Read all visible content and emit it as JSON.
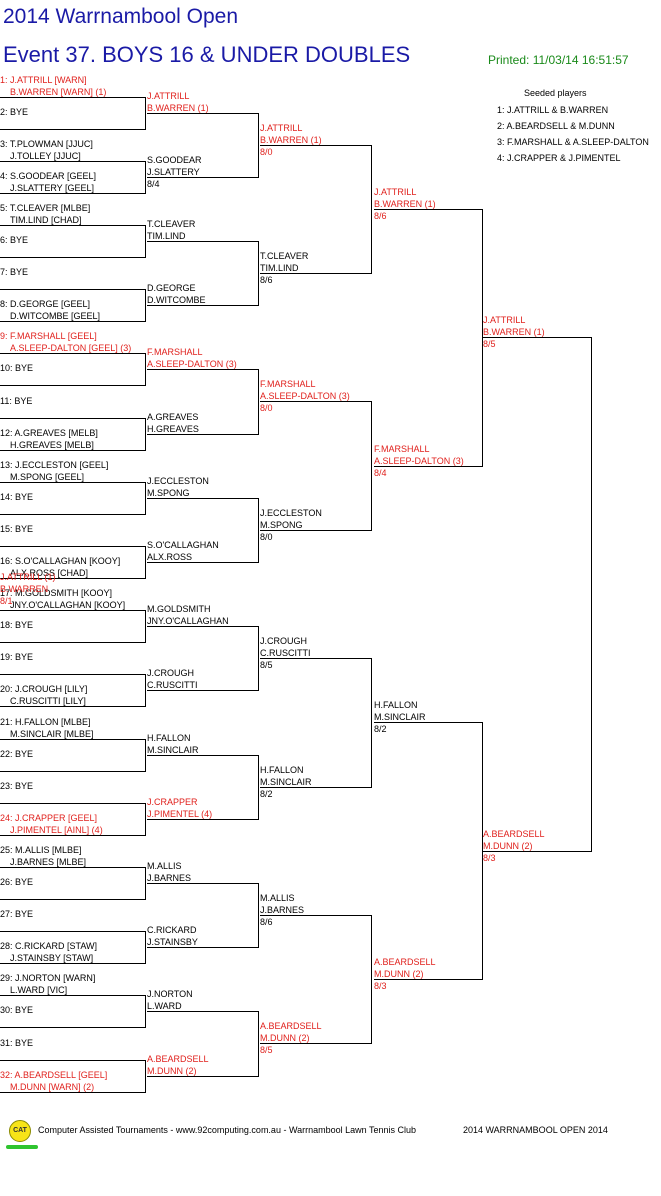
{
  "header": {
    "title": "2014 Warrnambool Open",
    "event": "Event 37. BOYS 16 & UNDER DOUBLES",
    "printed": "Printed: 11/03/14 16:51:57"
  },
  "seeded": {
    "title": "Seeded players",
    "items": [
      "1: J.ATTRILL & B.WARREN",
      "2: A.BEARDSELL & M.DUNN",
      "3: F.MARSHALL & A.SLEEP-DALTON",
      "4: J.CRAPPER & J.PIMENTEL"
    ]
  },
  "colors": {
    "title": "#1a1aa6",
    "seed": "#e0201c",
    "printed": "#1a8a1a"
  },
  "draw": [
    {
      "a": "1: J.ATTRILL [WARN]",
      "b": "B.WARREN [WARN] (1)",
      "red": true
    },
    {
      "a": "2: BYE",
      "b": ""
    },
    {
      "a": "3: T.PLOWMAN [JJUC]",
      "b": "J.TOLLEY [JJUC]"
    },
    {
      "a": "4: S.GOODEAR [GEEL]",
      "b": "J.SLATTERY [GEEL]"
    },
    {
      "a": "5: T.CLEAVER [MLBE]",
      "b": "TIM.LIND [CHAD]"
    },
    {
      "a": "6: BYE",
      "b": ""
    },
    {
      "a": "7: BYE",
      "b": ""
    },
    {
      "a": "8: D.GEORGE [GEEL]",
      "b": "D.WITCOMBE [GEEL]"
    },
    {
      "a": "9: F.MARSHALL [GEEL]",
      "b": "A.SLEEP-DALTON [GEEL] (3)",
      "red": true
    },
    {
      "a": "10: BYE",
      "b": ""
    },
    {
      "a": "11: BYE",
      "b": ""
    },
    {
      "a": "12: A.GREAVES [MELB]",
      "b": "H.GREAVES [MELB]"
    },
    {
      "a": "13: J.ECCLESTON [GEEL]",
      "b": "M.SPONG [GEEL]"
    },
    {
      "a": "14: BYE",
      "b": ""
    },
    {
      "a": "15: BYE",
      "b": ""
    },
    {
      "a": "16: S.O'CALLAGHAN [KOOY]",
      "b": "ALX.ROSS [CHAD]"
    },
    {
      "a": "17: M.GOLDSMITH [KOOY]",
      "b": "JNY.O'CALLAGHAN [KOOY]"
    },
    {
      "a": "18: BYE",
      "b": ""
    },
    {
      "a": "19: BYE",
      "b": ""
    },
    {
      "a": "20: J.CROUGH [LILY]",
      "b": "C.RUSCITTI [LILY]"
    },
    {
      "a": "21: H.FALLON [MLBE]",
      "b": "M.SINCLAIR [MLBE]"
    },
    {
      "a": "22: BYE",
      "b": ""
    },
    {
      "a": "23: BYE",
      "b": ""
    },
    {
      "a": "24: J.CRAPPER [GEEL]",
      "b": "J.PIMENTEL [AINL] (4)",
      "red": true
    },
    {
      "a": "25: M.ALLIS [MLBE]",
      "b": "J.BARNES [MLBE]"
    },
    {
      "a": "26: BYE",
      "b": ""
    },
    {
      "a": "27: BYE",
      "b": ""
    },
    {
      "a": "28: C.RICKARD [STAW]",
      "b": "J.STAINSBY [STAW]"
    },
    {
      "a": "29: J.NORTON [WARN]",
      "b": "L.WARD [VIC]"
    },
    {
      "a": "30: BYE",
      "b": ""
    },
    {
      "a": "31: BYE",
      "b": ""
    },
    {
      "a": "32: A.BEARDSELL [GEEL]",
      "b": "M.DUNN [WARN] (2)",
      "red": true
    }
  ],
  "rounds": [
    [
      {
        "a": "J.ATTRILL",
        "b": "B.WARREN (1)",
        "s": "",
        "red": true
      },
      {
        "a": "S.GOODEAR",
        "b": "J.SLATTERY",
        "s": "8/4"
      },
      {
        "a": "T.CLEAVER",
        "b": "TIM.LIND",
        "s": ""
      },
      {
        "a": "D.GEORGE",
        "b": "D.WITCOMBE",
        "s": ""
      },
      {
        "a": "F.MARSHALL",
        "b": "A.SLEEP-DALTON (3)",
        "s": "",
        "red": true
      },
      {
        "a": "A.GREAVES",
        "b": "H.GREAVES",
        "s": ""
      },
      {
        "a": "J.ECCLESTON",
        "b": "M.SPONG",
        "s": ""
      },
      {
        "a": "S.O'CALLAGHAN",
        "b": "ALX.ROSS",
        "s": ""
      },
      {
        "a": "M.GOLDSMITH",
        "b": "JNY.O'CALLAGHAN",
        "s": ""
      },
      {
        "a": "J.CROUGH",
        "b": "C.RUSCITTI",
        "s": ""
      },
      {
        "a": "H.FALLON",
        "b": "M.SINCLAIR",
        "s": ""
      },
      {
        "a": "J.CRAPPER",
        "b": "J.PIMENTEL (4)",
        "s": "",
        "red": true
      },
      {
        "a": "M.ALLIS",
        "b": "J.BARNES",
        "s": ""
      },
      {
        "a": "C.RICKARD",
        "b": "J.STAINSBY",
        "s": ""
      },
      {
        "a": "J.NORTON",
        "b": "L.WARD",
        "s": ""
      },
      {
        "a": "A.BEARDSELL",
        "b": "M.DUNN (2)",
        "s": "",
        "red": true
      }
    ],
    [
      {
        "a": "J.ATTRILL",
        "b": "B.WARREN (1)",
        "s": "8/0",
        "red": true
      },
      {
        "a": "T.CLEAVER",
        "b": "TIM.LIND",
        "s": "8/6"
      },
      {
        "a": "F.MARSHALL",
        "b": "A.SLEEP-DALTON (3)",
        "s": "8/0",
        "red": true
      },
      {
        "a": "J.ECCLESTON",
        "b": "M.SPONG",
        "s": "8/0"
      },
      {
        "a": "J.CROUGH",
        "b": "C.RUSCITTI",
        "s": "8/5"
      },
      {
        "a": "H.FALLON",
        "b": "M.SINCLAIR",
        "s": "8/2"
      },
      {
        "a": "M.ALLIS",
        "b": "J.BARNES",
        "s": "8/6"
      },
      {
        "a": "A.BEARDSELL",
        "b": "M.DUNN (2)",
        "s": "8/5",
        "red": true
      }
    ],
    [
      {
        "a": "J.ATTRILL",
        "b": "B.WARREN (1)",
        "s": "8/6",
        "red": true
      },
      {
        "a": "F.MARSHALL",
        "b": "A.SLEEP-DALTON (3)",
        "s": "8/4",
        "red": true
      },
      {
        "a": "H.FALLON",
        "b": "M.SINCLAIR",
        "s": "8/2"
      },
      {
        "a": "A.BEARDSELL",
        "b": "M.DUNN (2)",
        "s": "8/3",
        "red": true
      }
    ],
    [
      {
        "a": "J.ATTRILL",
        "b": "B.WARREN (1)",
        "s": "8/5",
        "red": true
      },
      {
        "a": "A.BEARDSELL",
        "b": "M.DUNN (2)",
        "s": "8/3",
        "red": true
      }
    ],
    [
      {
        "a": "J.ATTRILL (1)",
        "b": "B.WARREN",
        "s": "8/1",
        "red": true
      }
    ]
  ],
  "footer": {
    "logo": "CAT",
    "credit": "Computer Assisted Tournaments - www.92computing.com.au -  Warrnambool Lawn Tennis Club",
    "event": "2014 WARRNAMBOOL OPEN 2014"
  }
}
